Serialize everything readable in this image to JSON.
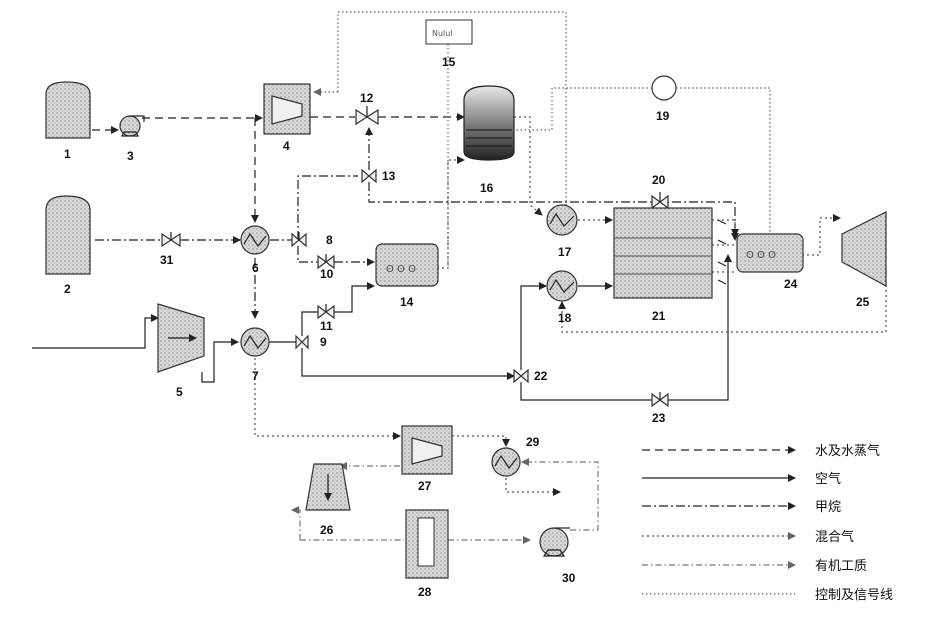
{
  "units": [
    {
      "id": "1",
      "label": "1"
    },
    {
      "id": "2",
      "label": "2"
    },
    {
      "id": "3",
      "label": "3"
    },
    {
      "id": "4",
      "label": "4"
    },
    {
      "id": "5",
      "label": "5"
    },
    {
      "id": "6",
      "label": "6"
    },
    {
      "id": "7",
      "label": "7"
    },
    {
      "id": "8",
      "label": "8"
    },
    {
      "id": "9",
      "label": "9"
    },
    {
      "id": "10",
      "label": "10"
    },
    {
      "id": "11",
      "label": "11"
    },
    {
      "id": "12",
      "label": "12"
    },
    {
      "id": "13",
      "label": "13"
    },
    {
      "id": "14",
      "label": "14"
    },
    {
      "id": "15",
      "label": "15"
    },
    {
      "id": "16",
      "label": "16"
    },
    {
      "id": "17",
      "label": "17"
    },
    {
      "id": "18",
      "label": "18"
    },
    {
      "id": "19",
      "label": "19"
    },
    {
      "id": "20",
      "label": "20"
    },
    {
      "id": "21",
      "label": "21"
    },
    {
      "id": "22",
      "label": "22"
    },
    {
      "id": "23",
      "label": "23"
    },
    {
      "id": "24",
      "label": "24"
    },
    {
      "id": "25",
      "label": "25"
    },
    {
      "id": "26",
      "label": "26"
    },
    {
      "id": "27",
      "label": "27"
    },
    {
      "id": "28",
      "label": "28"
    },
    {
      "id": "29",
      "label": "29"
    },
    {
      "id": "30",
      "label": "30"
    },
    {
      "id": "31",
      "label": "31"
    }
  ],
  "legend": [
    {
      "style": "water",
      "label": "水及水蒸气"
    },
    {
      "style": "air",
      "label": "空气"
    },
    {
      "style": "methane",
      "label": "甲烷"
    },
    {
      "style": "mix",
      "label": "混合气"
    },
    {
      "style": "organic",
      "label": "有机工质"
    },
    {
      "style": "ctrl",
      "label": "控制及信号线"
    }
  ],
  "controller_text": "Nulul"
}
